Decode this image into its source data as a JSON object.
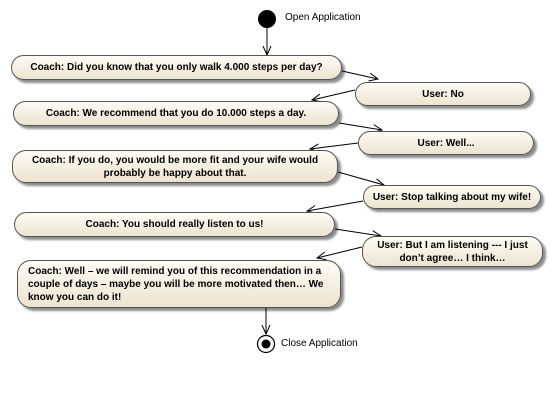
{
  "start": {
    "label": "Open Application"
  },
  "end": {
    "label": "Close Application"
  },
  "messages": [
    {
      "speaker": "coach",
      "text": "Coach: Did you know that you only walk 4.000 steps per day?"
    },
    {
      "speaker": "user",
      "text": "User: No"
    },
    {
      "speaker": "coach",
      "text": "Coach: We recommend that you do 10.000 steps a day."
    },
    {
      "speaker": "user",
      "text": "User: Well..."
    },
    {
      "speaker": "coach",
      "text": "Coach: If you do, you would be more fit and your wife would probably be happy about that."
    },
    {
      "speaker": "user",
      "text": "User: Stop talking about my wife!"
    },
    {
      "speaker": "coach",
      "text": "Coach: You should really listen to us!"
    },
    {
      "speaker": "user",
      "text": "User: But I am listening --- I just don’t agree… I think…"
    },
    {
      "speaker": "coach",
      "text": "Coach: Well – we will remind you of this recommendation in a couple of days – maybe you will be more motivated then… We know you can do it!"
    }
  ]
}
